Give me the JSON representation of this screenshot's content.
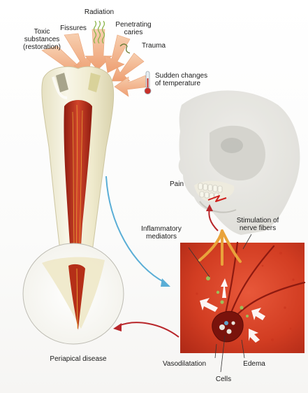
{
  "labels": {
    "toxic": [
      "Toxic",
      "substances",
      "(restoration)"
    ],
    "fissures": "Fissures",
    "radiation": "Radiation",
    "caries": [
      "Penetrating",
      "caries"
    ],
    "trauma": "Trauma",
    "temperature": [
      "Sudden changes",
      "of temperature"
    ],
    "pain": "Pain",
    "inflammatory": [
      "Inflammatory",
      "mediators"
    ],
    "stimulation": [
      "Stimulation of",
      "nerve fibers"
    ],
    "periapical": "Periapical disease",
    "vasodilatation": "Vasodilatation",
    "cells": "Cells",
    "edema": "Edema"
  },
  "colors": {
    "pulp": "#c0301c",
    "tissue": "#d9452a",
    "arrow_orange": "#f2b38a",
    "arrow_blue": "#5aaed6",
    "arrow_red": "#b8262a",
    "tooth": "#f1eed8"
  }
}
